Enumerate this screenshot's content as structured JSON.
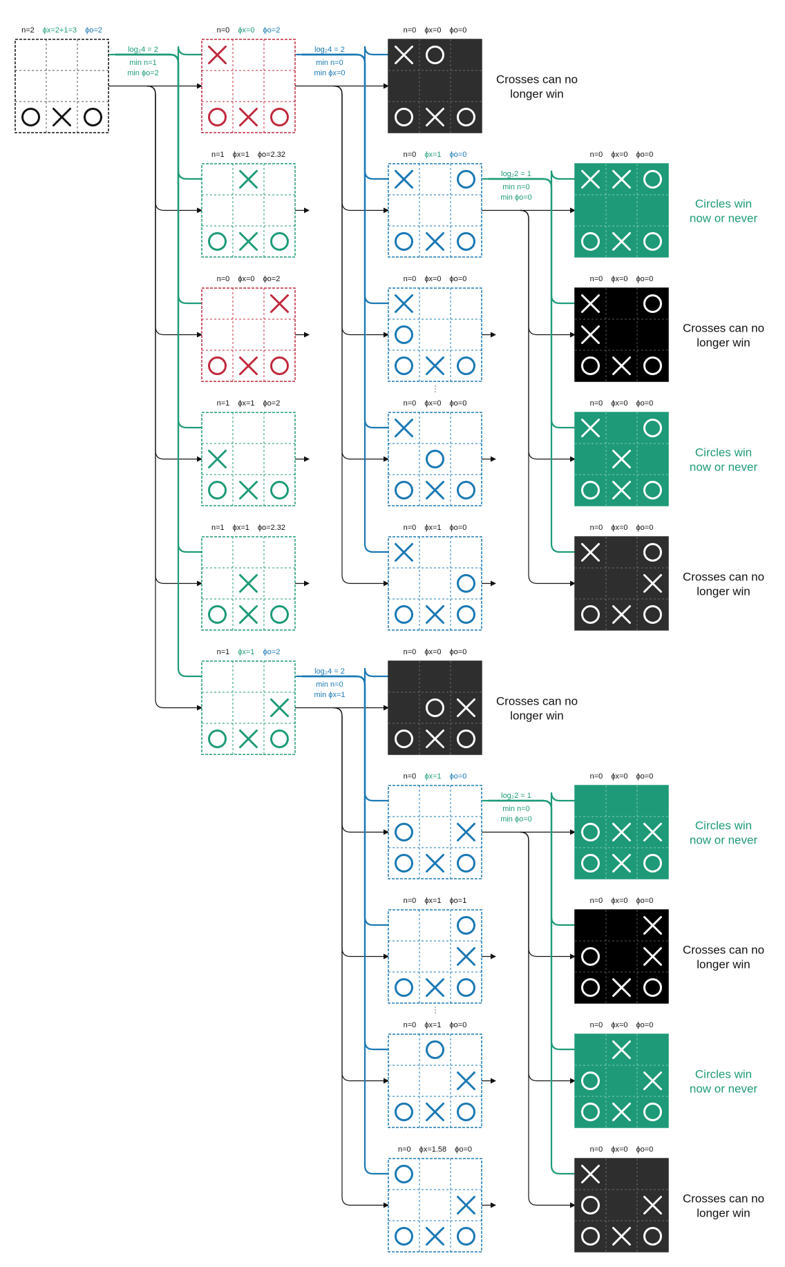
{
  "colors": {
    "black": "#111111",
    "red": "#c0283c",
    "green": "#1e9a78",
    "blue": "#1a78b4",
    "fill_dark": "#2e2e2e",
    "fill_black": "#000000",
    "fill_green": "#1e9a78"
  },
  "captions": {
    "no_win": [
      "Crosses can no",
      "longer win"
    ],
    "circles_win": [
      "Circles win",
      "now or never"
    ]
  },
  "boards": [
    {
      "id": "root",
      "style": "black",
      "cells": [
        "",
        "",
        "",
        "",
        "",
        "",
        "O",
        "X",
        "O"
      ],
      "label": [
        {
          "t": "n=2",
          "c": "black"
        },
        {
          "t": "ϕx=2+1=3",
          "c": "green"
        },
        {
          "t": "ϕo=2",
          "c": "blue"
        }
      ]
    },
    {
      "id": "c1",
      "style": "red",
      "cells": [
        "X",
        "",
        "",
        "",
        "",
        "",
        "O",
        "X",
        "O"
      ],
      "label": [
        {
          "t": "n=0",
          "c": "black"
        },
        {
          "t": "ϕx=0",
          "c": "green"
        },
        {
          "t": "ϕo=2",
          "c": "blue"
        }
      ]
    },
    {
      "id": "c2",
      "style": "green",
      "cells": [
        "",
        "X",
        "",
        "",
        "",
        "",
        "O",
        "X",
        "O"
      ],
      "label": [
        {
          "t": "n=1",
          "c": "black"
        },
        {
          "t": "ϕx=1",
          "c": "black"
        },
        {
          "t": "ϕo=2.32",
          "c": "black"
        }
      ]
    },
    {
      "id": "c3",
      "style": "red",
      "cells": [
        "",
        "",
        "X",
        "",
        "",
        "",
        "O",
        "X",
        "O"
      ],
      "label": [
        {
          "t": "n=0",
          "c": "black"
        },
        {
          "t": "ϕx=0",
          "c": "black"
        },
        {
          "t": "ϕo=2",
          "c": "black"
        }
      ]
    },
    {
      "id": "c4",
      "style": "green",
      "cells": [
        "",
        "",
        "",
        "X",
        "",
        "",
        "O",
        "X",
        "O"
      ],
      "label": [
        {
          "t": "n=1",
          "c": "black"
        },
        {
          "t": "ϕx=1",
          "c": "black"
        },
        {
          "t": "ϕo=2",
          "c": "black"
        }
      ]
    },
    {
      "id": "c5",
      "style": "green",
      "cells": [
        "",
        "",
        "",
        "",
        "X",
        "",
        "O",
        "X",
        "O"
      ],
      "label": [
        {
          "t": "n=1",
          "c": "black"
        },
        {
          "t": "ϕx=1",
          "c": "black"
        },
        {
          "t": "ϕo=2.32",
          "c": "black"
        }
      ]
    },
    {
      "id": "c6",
      "style": "green",
      "cells": [
        "",
        "",
        "",
        "",
        "",
        "X",
        "O",
        "X",
        "O"
      ],
      "label": [
        {
          "t": "n=1",
          "c": "black"
        },
        {
          "t": "ϕx=1",
          "c": "green"
        },
        {
          "t": "ϕo=2",
          "c": "blue"
        }
      ]
    },
    {
      "id": "g1",
      "style": "dark",
      "cells": [
        "X",
        "O",
        "",
        "",
        "",
        "",
        "O",
        "X",
        "O"
      ],
      "label": [
        {
          "t": "n=0",
          "c": "black"
        },
        {
          "t": "ϕx=0",
          "c": "black"
        },
        {
          "t": "ϕo=0",
          "c": "black"
        }
      ]
    },
    {
      "id": "g2",
      "style": "blue",
      "cells": [
        "X",
        "",
        "O",
        "",
        "",
        "",
        "O",
        "X",
        "O"
      ],
      "label": [
        {
          "t": "n=0",
          "c": "black"
        },
        {
          "t": "ϕx=1",
          "c": "green"
        },
        {
          "t": "ϕo=0",
          "c": "blue"
        }
      ]
    },
    {
      "id": "g3",
      "style": "blue",
      "cells": [
        "X",
        "",
        "",
        "O",
        "",
        "",
        "O",
        "X",
        "O"
      ],
      "label": [
        {
          "t": "n=0",
          "c": "black"
        },
        {
          "t": "ϕx=0",
          "c": "black"
        },
        {
          "t": "ϕo=0",
          "c": "black"
        }
      ]
    },
    {
      "id": "g4",
      "style": "blue",
      "cells": [
        "X",
        "",
        "",
        "",
        "O",
        "",
        "O",
        "X",
        "O"
      ],
      "label": [
        {
          "t": "n=0",
          "c": "black"
        },
        {
          "t": "ϕx=0",
          "c": "black"
        },
        {
          "t": "ϕo=0",
          "c": "black"
        }
      ]
    },
    {
      "id": "g5",
      "style": "blue",
      "cells": [
        "X",
        "",
        "",
        "",
        "",
        "O",
        "O",
        "X",
        "O"
      ],
      "label": [
        {
          "t": "n=0",
          "c": "black"
        },
        {
          "t": "ϕx=1",
          "c": "black"
        },
        {
          "t": "ϕo=0",
          "c": "black"
        }
      ]
    },
    {
      "id": "g6",
      "style": "dark",
      "cells": [
        "",
        "",
        "",
        "",
        "O",
        "X",
        "O",
        "X",
        "O"
      ],
      "label": [
        {
          "t": "n=0",
          "c": "black"
        },
        {
          "t": "ϕx=0",
          "c": "black"
        },
        {
          "t": "ϕo=0",
          "c": "black"
        }
      ]
    },
    {
      "id": "g7",
      "style": "blue",
      "cells": [
        "",
        "",
        "",
        "O",
        "",
        "X",
        "O",
        "X",
        "O"
      ],
      "label": [
        {
          "t": "n=0",
          "c": "black"
        },
        {
          "t": "ϕx=1",
          "c": "green"
        },
        {
          "t": "ϕo=0",
          "c": "blue"
        }
      ]
    },
    {
      "id": "g8",
      "style": "blue",
      "cells": [
        "",
        "",
        "O",
        "",
        "",
        "X",
        "O",
        "X",
        "O"
      ],
      "label": [
        {
          "t": "n=0",
          "c": "black"
        },
        {
          "t": "ϕx=1",
          "c": "black"
        },
        {
          "t": "ϕo=1",
          "c": "black"
        }
      ]
    },
    {
      "id": "g9",
      "style": "blue",
      "cells": [
        "",
        "O",
        "",
        "",
        "",
        "X",
        "O",
        "X",
        "O"
      ],
      "label": [
        {
          "t": "n=0",
          "c": "black"
        },
        {
          "t": "ϕx=1",
          "c": "black"
        },
        {
          "t": "ϕo=0",
          "c": "black"
        }
      ]
    },
    {
      "id": "g10",
      "style": "blue",
      "cells": [
        "O",
        "",
        "",
        "",
        "",
        "X",
        "O",
        "X",
        "O"
      ],
      "label": [
        {
          "t": "n=0",
          "c": "black"
        },
        {
          "t": "ϕx=1.58",
          "c": "black"
        },
        {
          "t": "ϕo=0",
          "c": "black"
        }
      ]
    },
    {
      "id": "h1",
      "style": "greenfill",
      "cells": [
        "X",
        "X",
        "O",
        "",
        "",
        "",
        "O",
        "X",
        "O"
      ],
      "label": [
        {
          "t": "n=0",
          "c": "black"
        },
        {
          "t": "ϕx=0",
          "c": "black"
        },
        {
          "t": "ϕo=0",
          "c": "black"
        }
      ]
    },
    {
      "id": "h2",
      "style": "black",
      "cells": [
        "X",
        "",
        "O",
        "X",
        "",
        "",
        "O",
        "X",
        "O"
      ],
      "label": [
        {
          "t": "n=0",
          "c": "black"
        },
        {
          "t": "ϕx=0",
          "c": "black"
        },
        {
          "t": "ϕo=0",
          "c": "black"
        }
      ]
    },
    {
      "id": "h3",
      "style": "greenfill",
      "cells": [
        "X",
        "",
        "O",
        "",
        "X",
        "",
        "O",
        "X",
        "O"
      ],
      "label": [
        {
          "t": "n=0",
          "c": "black"
        },
        {
          "t": "ϕx=0",
          "c": "black"
        },
        {
          "t": "ϕo=0",
          "c": "black"
        }
      ]
    },
    {
      "id": "h4",
      "style": "dark",
      "cells": [
        "X",
        "",
        "O",
        "",
        "",
        "X",
        "O",
        "X",
        "O"
      ],
      "label": [
        {
          "t": "n=0",
          "c": "black"
        },
        {
          "t": "ϕx=0",
          "c": "black"
        },
        {
          "t": "ϕo=0",
          "c": "black"
        }
      ]
    },
    {
      "id": "h5",
      "style": "greenfill",
      "cells": [
        "",
        "",
        "",
        "O",
        "X",
        "X",
        "O",
        "X",
        "O"
      ],
      "label": [
        {
          "t": "n=0",
          "c": "black"
        },
        {
          "t": "ϕx=0",
          "c": "black"
        },
        {
          "t": "ϕo=0",
          "c": "black"
        }
      ]
    },
    {
      "id": "h6",
      "style": "black",
      "cells": [
        "",
        "",
        "X",
        "O",
        "",
        "X",
        "O",
        "X",
        "O"
      ],
      "label": [
        {
          "t": "n=0",
          "c": "black"
        },
        {
          "t": "ϕx=0",
          "c": "black"
        },
        {
          "t": "ϕo=0",
          "c": "black"
        }
      ]
    },
    {
      "id": "h7",
      "style": "greenfill",
      "cells": [
        "",
        "X",
        "",
        "O",
        "",
        "X",
        "O",
        "X",
        "O"
      ],
      "label": [
        {
          "t": "n=0",
          "c": "black"
        },
        {
          "t": "ϕx=0",
          "c": "black"
        },
        {
          "t": "ϕo=0",
          "c": "black"
        }
      ]
    },
    {
      "id": "h8",
      "style": "dark",
      "cells": [
        "X",
        "",
        "",
        "O",
        "",
        "X",
        "O",
        "X",
        "O"
      ],
      "label": [
        {
          "t": "n=0",
          "c": "black"
        },
        {
          "t": "ϕx=0",
          "c": "black"
        },
        {
          "t": "ϕo=0",
          "c": "black"
        }
      ]
    }
  ],
  "board_captions": [
    {
      "board": "g1",
      "caption": "no_win"
    },
    {
      "board": "g6",
      "caption": "no_win"
    },
    {
      "board": "h1",
      "caption": "circles_win"
    },
    {
      "board": "h2",
      "caption": "no_win"
    },
    {
      "board": "h3",
      "caption": "circles_win"
    },
    {
      "board": "h4",
      "caption": "no_win"
    },
    {
      "board": "h5",
      "caption": "circles_win"
    },
    {
      "board": "h6",
      "caption": "no_win"
    },
    {
      "board": "h7",
      "caption": "circles_win"
    },
    {
      "board": "h8",
      "caption": "no_win"
    }
  ],
  "edges": [
    {
      "from": "root",
      "to": [
        "c1",
        "c2",
        "c3",
        "c4",
        "c5",
        "c6"
      ]
    },
    {
      "from": "c1",
      "to": [
        "g1",
        "g2",
        "g3",
        "g4",
        "g5"
      ]
    },
    {
      "from": "c6",
      "to": [
        "g6",
        "g7",
        "g8",
        "g9",
        "g10"
      ]
    },
    {
      "from": "g2",
      "to": [
        "h1",
        "h2",
        "h3",
        "h4"
      ]
    },
    {
      "from": "g7",
      "to": [
        "h5",
        "h6",
        "h7",
        "h8"
      ]
    }
  ],
  "annotations": [
    {
      "at": "root",
      "color": "green",
      "lines": [
        "log₂4 = 2",
        "min n=1",
        "min ϕo=2"
      ]
    },
    {
      "at": "c1",
      "color": "blue",
      "lines": [
        "log₂4 = 2",
        "min n=0",
        "min ϕx=0"
      ]
    },
    {
      "at": "c6",
      "color": "blue",
      "lines": [
        "log₂4 = 2",
        "min n=0",
        "min ϕx=1"
      ]
    },
    {
      "at": "g2",
      "color": "green",
      "lines": [
        "log₂2 = 1",
        "min n=0",
        "min ϕo=0"
      ]
    },
    {
      "at": "g7",
      "color": "green",
      "lines": [
        "log₂2 = 1",
        "min n=0",
        "min ϕo=0"
      ]
    }
  ]
}
